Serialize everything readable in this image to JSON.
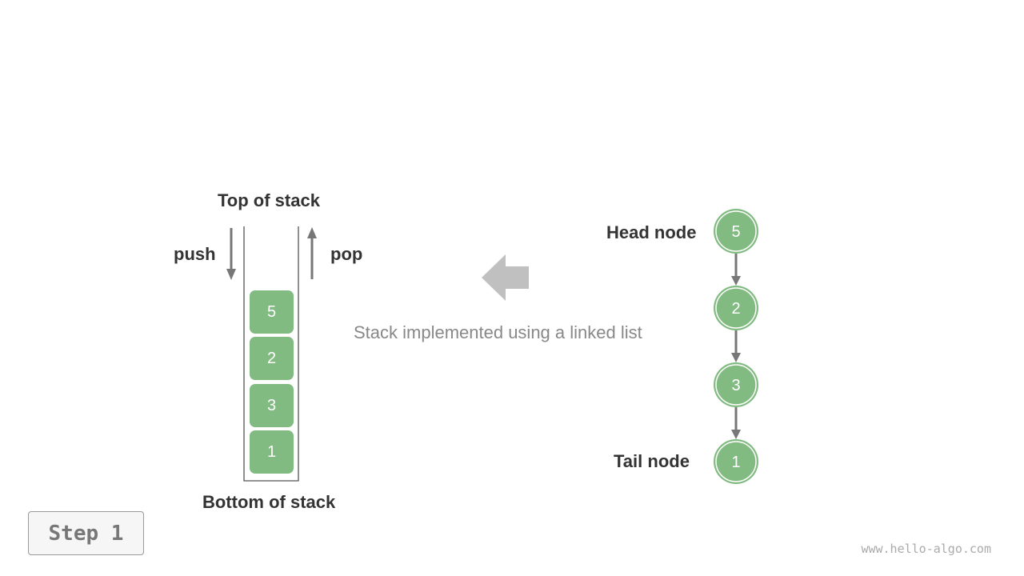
{
  "stack": {
    "top_label": "Top of stack",
    "bottom_label": "Bottom of stack",
    "push_label": "push",
    "pop_label": "pop",
    "items": [
      "5",
      "2",
      "3",
      "1"
    ]
  },
  "linked_list": {
    "head_label": "Head node",
    "tail_label": "Tail node",
    "nodes": [
      "5",
      "2",
      "3",
      "1"
    ]
  },
  "caption": "Stack implemented using a linked list",
  "step_label": "Step 1",
  "watermark": "www.hello-algo.com",
  "colors": {
    "node_fill": "#82bb81",
    "arrow": "#777777",
    "big_arrow": "#c0c0c0"
  }
}
